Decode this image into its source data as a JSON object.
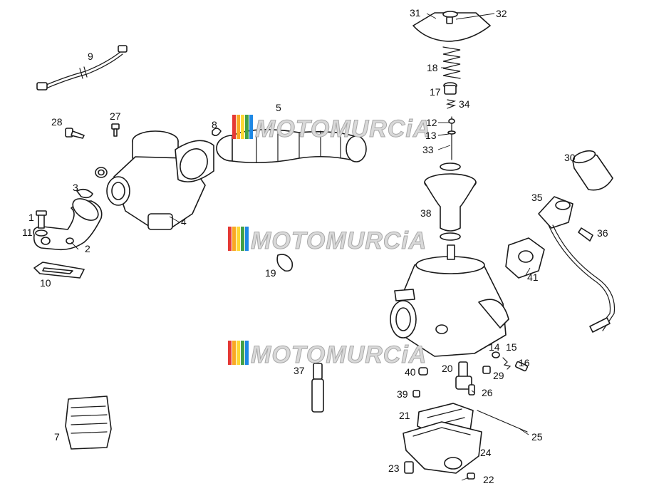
{
  "watermark": {
    "text": "MOTOMURCiA",
    "stripe_colors": [
      "#e53935",
      "#f9a825",
      "#fdd835",
      "#43a047",
      "#1e88e5"
    ]
  },
  "callouts": [
    "1",
    "2",
    "3",
    "4",
    "5",
    "7",
    "8",
    "9",
    "10",
    "11",
    "12",
    "13",
    "14",
    "15",
    "16",
    "17",
    "18",
    "19",
    "20",
    "21",
    "22",
    "23",
    "24",
    "25",
    "26",
    "27",
    "28",
    "29",
    "30",
    "31",
    "32",
    "33",
    "34",
    "35",
    "36",
    "37",
    "38",
    "39",
    "40",
    "41"
  ]
}
